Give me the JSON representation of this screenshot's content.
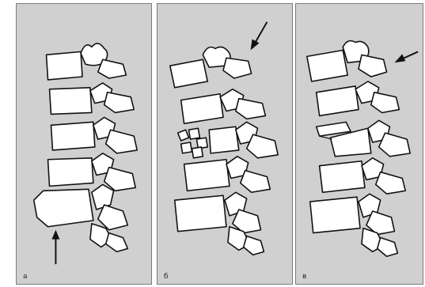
{
  "figure": {
    "panels": [
      {
        "id": "a",
        "label": "а"
      },
      {
        "id": "b",
        "label": "б"
      },
      {
        "id": "c",
        "label": "в"
      }
    ]
  },
  "colors": {
    "panel_background": "#d0d0d0",
    "bone_fill": "#ffffff",
    "outline": "#111111"
  }
}
